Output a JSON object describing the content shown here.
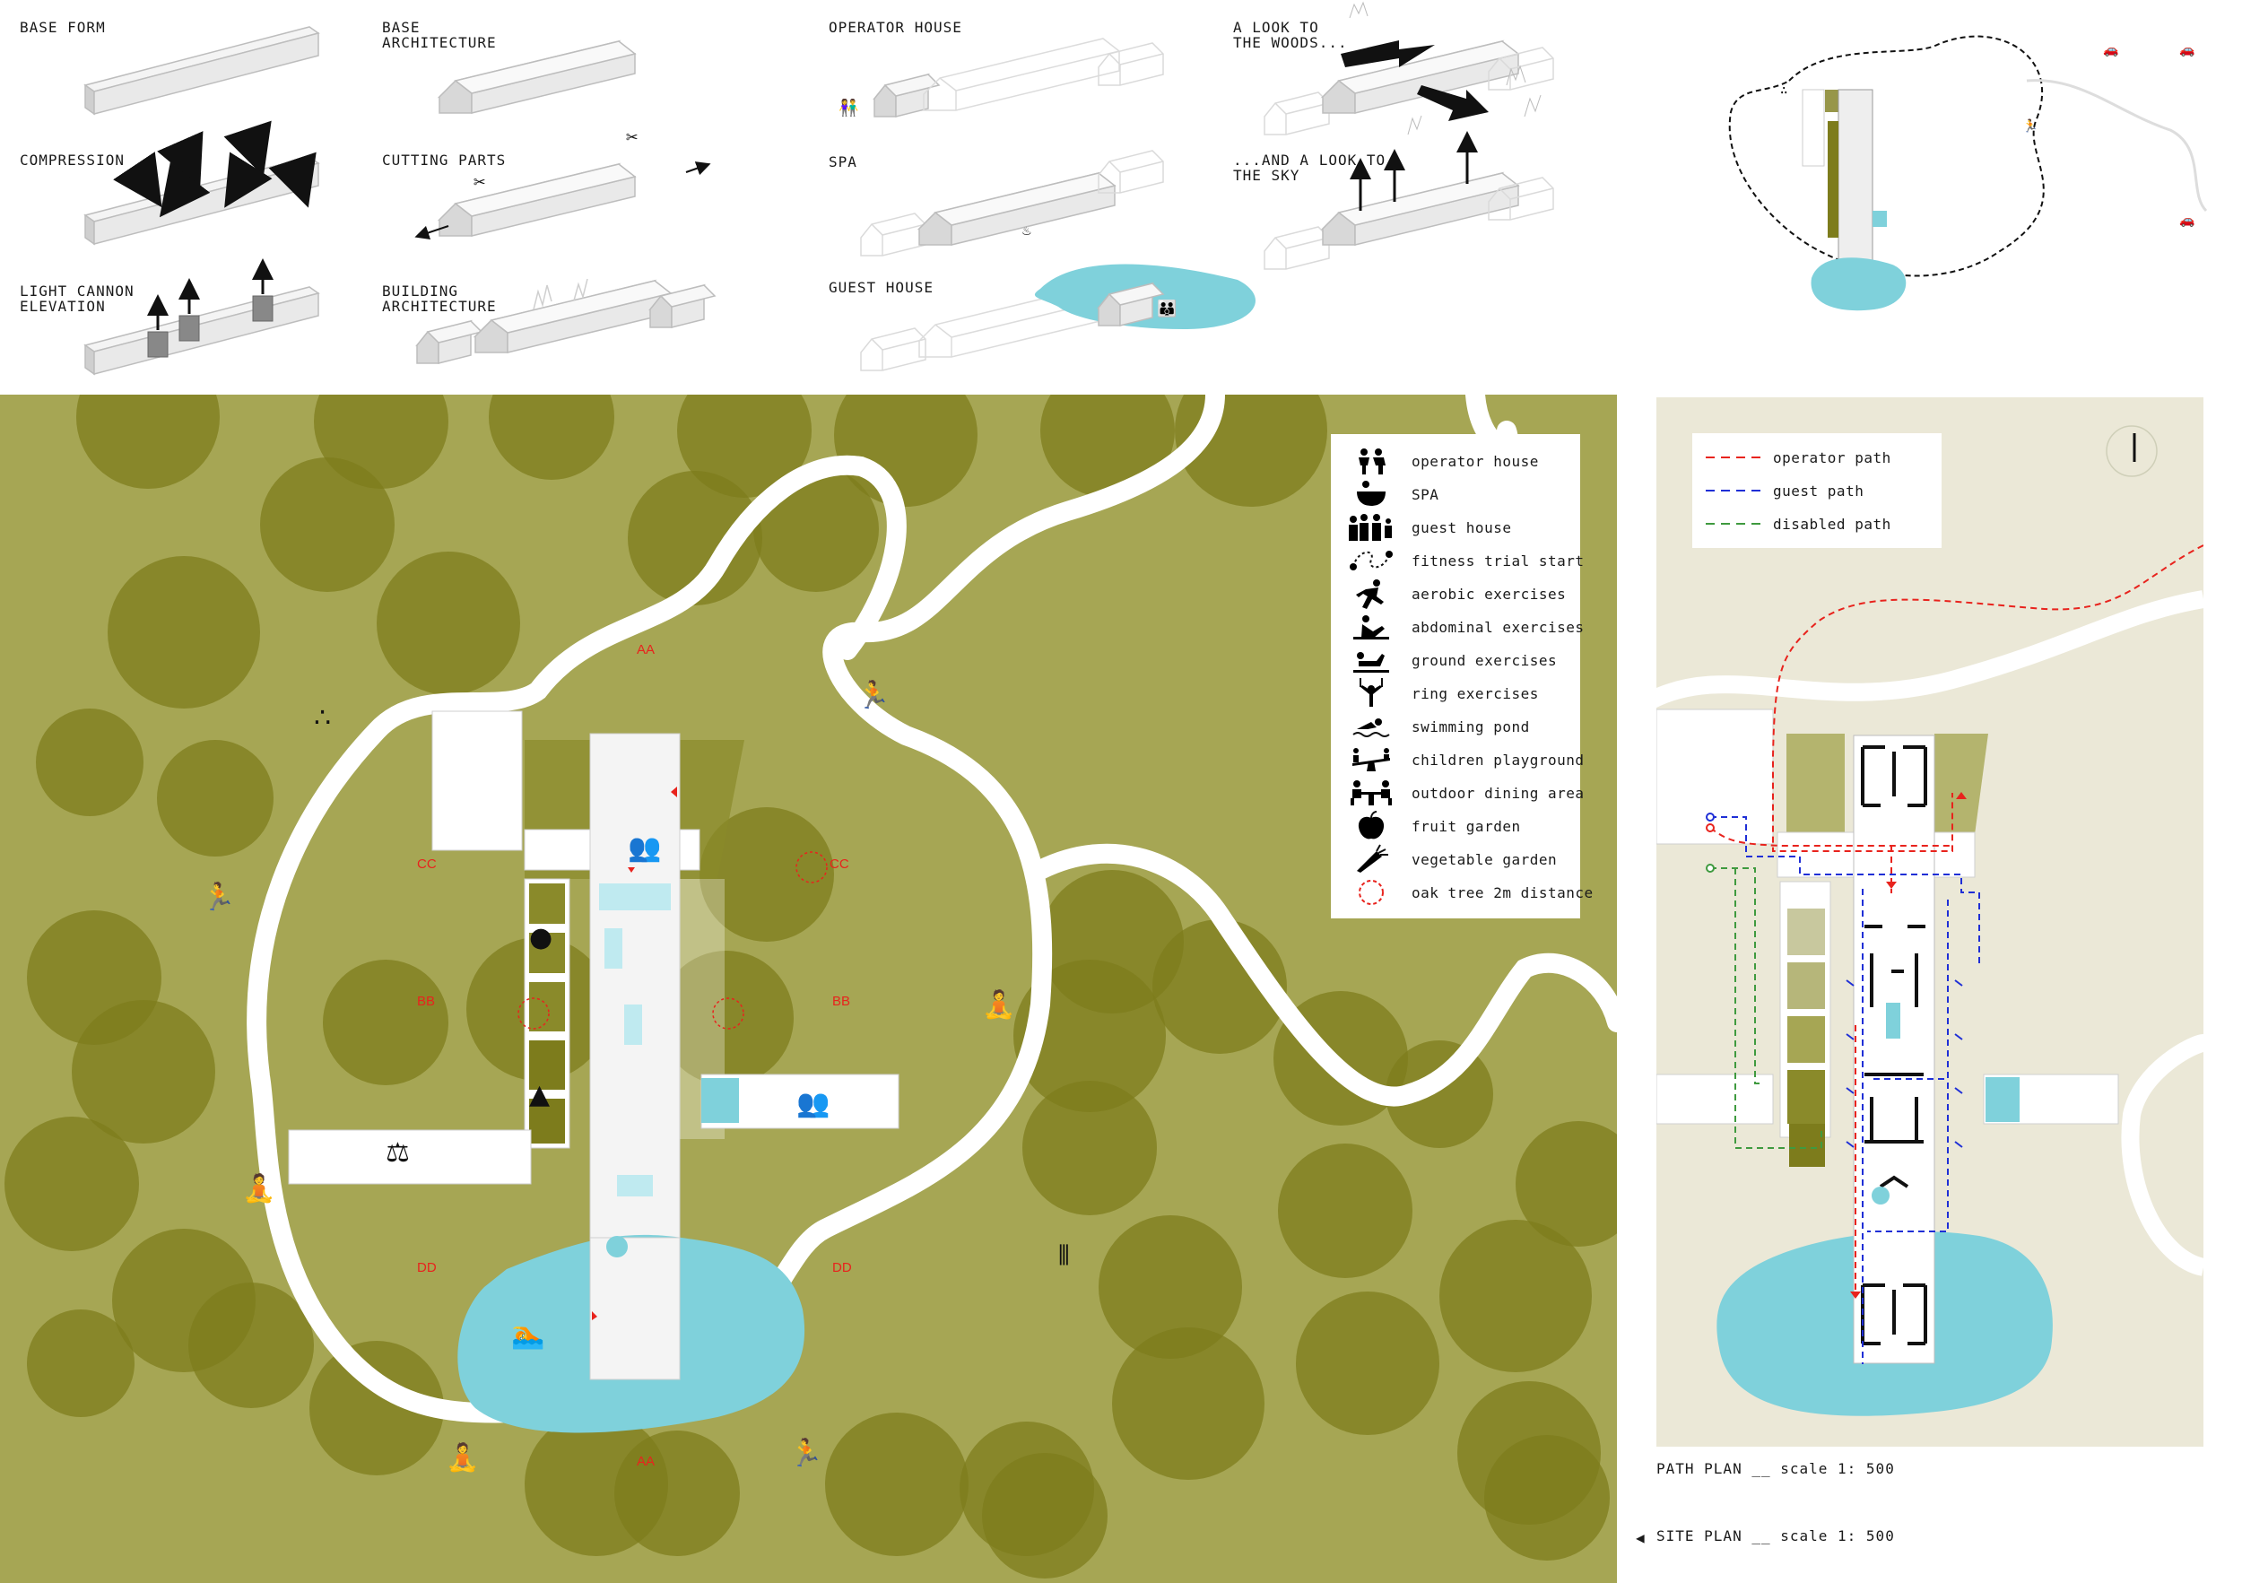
{
  "steps": {
    "base_form": "BASE FORM",
    "compression": "COMPRESSION",
    "light_cannon": "LIGHT CANNON\nELEVATION",
    "base_architecture": "BASE\nARCHITECTURE",
    "cutting_parts": "CUTTING PARTS",
    "building_architecture": "BUILDING\nARCHITECTURE",
    "operator_house": "OPERATOR HOUSE",
    "spa": "SPA",
    "guest_house": "GUEST HOUSE",
    "look_woods": "A LOOK TO\nTHE WOODS...",
    "look_sky": "...AND A LOOK TO\nTHE SKY"
  },
  "legend": {
    "items": [
      {
        "icon": "operator-house-icon",
        "label": "operator house"
      },
      {
        "icon": "spa-icon",
        "label": "SPA"
      },
      {
        "icon": "guest-house-icon",
        "label": "guest house"
      },
      {
        "icon": "fitness-trail-start-icon",
        "label": "fitness trial start"
      },
      {
        "icon": "aerobic-exercise-icon",
        "label": "aerobic exercises"
      },
      {
        "icon": "abdominal-exercise-icon",
        "label": "abdominal exercises"
      },
      {
        "icon": "ground-exercise-icon",
        "label": "ground exercises"
      },
      {
        "icon": "ring-exercise-icon",
        "label": "ring exercises"
      },
      {
        "icon": "swimming-pond-icon",
        "label": "swimming pond"
      },
      {
        "icon": "children-playground-icon",
        "label": "children playground"
      },
      {
        "icon": "outdoor-dining-icon",
        "label": "outdoor dining area"
      },
      {
        "icon": "fruit-garden-icon",
        "label": "fruit garden"
      },
      {
        "icon": "vegetable-garden-icon",
        "label": "vegetable garden"
      },
      {
        "icon": "oak-tree-distance-icon",
        "label": "oak tree 2m distance"
      }
    ]
  },
  "path_legend": {
    "items": [
      {
        "label": "operator path",
        "color": "#e8231d"
      },
      {
        "label": "guest path",
        "color": "#1f2fd6"
      },
      {
        "label": "disabled path",
        "color": "#3f9a3f"
      }
    ]
  },
  "sections": {
    "aa": "AA",
    "bb": "BB",
    "cc": "CC",
    "dd": "DD"
  },
  "captions": {
    "path_plan": "PATH PLAN __ scale 1: 500",
    "site_plan": "SITE PLAN __ scale 1: 500"
  },
  "colors": {
    "grass": "#a6a654",
    "tree": "#7d7c1c",
    "water": "#7fd1db",
    "plan_bg": "#ebe8d7",
    "path": "#ffffff"
  }
}
